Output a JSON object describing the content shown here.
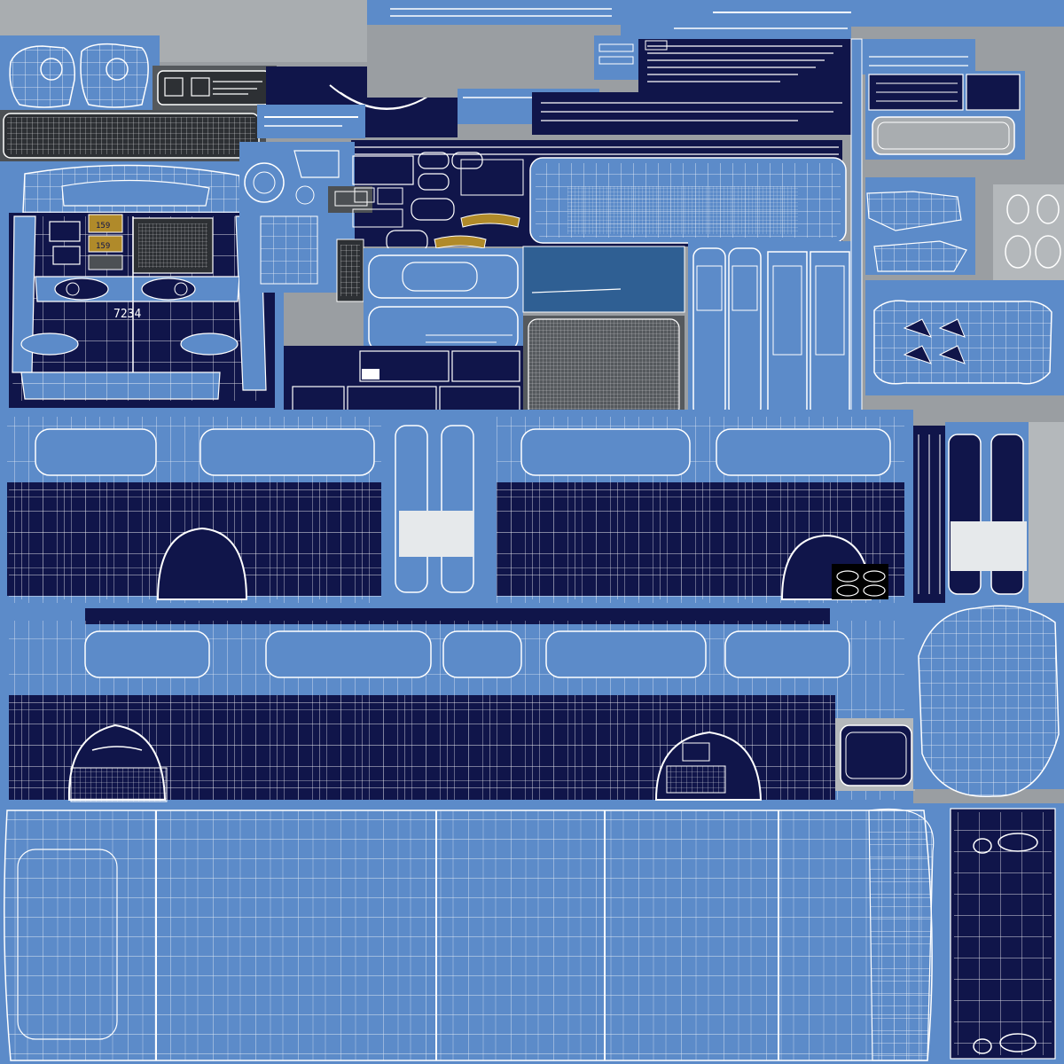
{
  "texture": {
    "colors": {
      "background": "#9a9ea2",
      "shell": "#5c8bc9",
      "navy": "#10154a",
      "wire": "#ffffff",
      "glass": "#2f5f93",
      "interior": "#2d3034",
      "amber": "#b08a2a",
      "light": "#d8dde0"
    },
    "labels": {
      "bus_number": "7234",
      "gauge_a": "159",
      "gauge_b": "159"
    }
  }
}
